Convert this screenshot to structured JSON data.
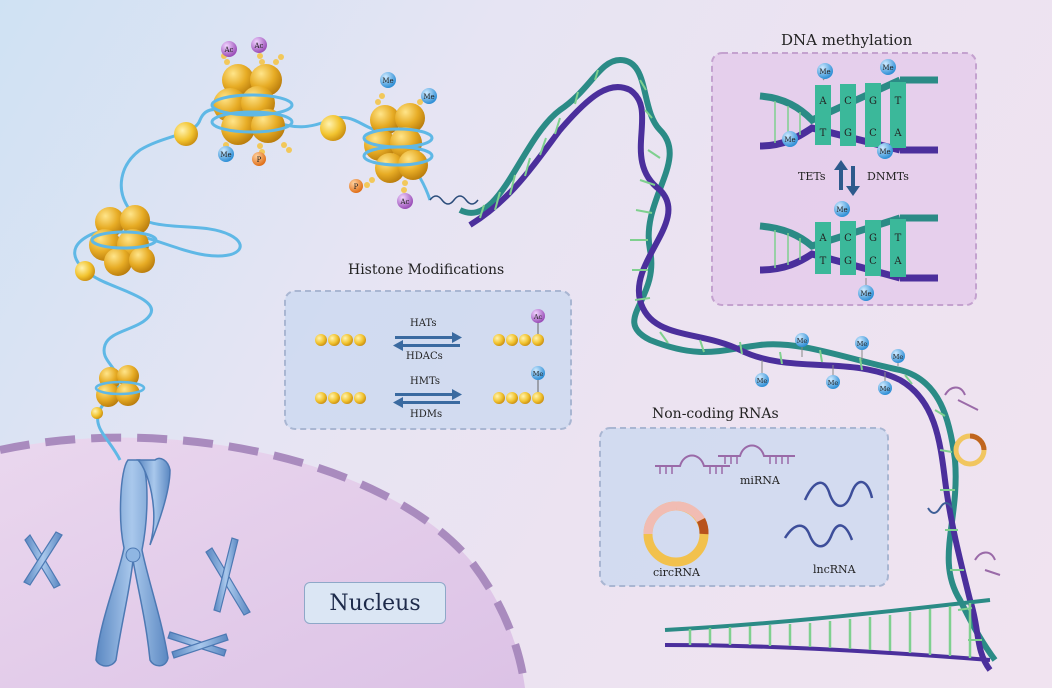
{
  "labels": {
    "dna_methylation_title": "DNA methylation",
    "histone_title": "Histone Modifications",
    "ncrna_title": "Non-coding RNAs",
    "nucleus": "Nucleus",
    "tets": "TETs",
    "dnmts": "DNMTs",
    "hats": "HATs",
    "hdacs": "HDACs",
    "hmts": "HMTs",
    "hdms": "HDMs",
    "mirna": "miRNA",
    "circrna": "circRNA",
    "lncrna": "lncRNA"
  },
  "marks": {
    "me": "Me",
    "ac": "Ac",
    "p": "P"
  },
  "bases_top": [
    "A",
    "C",
    "G",
    "T"
  ],
  "bases_bottom": [
    "T",
    "G",
    "C",
    "A"
  ],
  "colors": {
    "chromatin_line": "#5fb8e6",
    "histone": "#e5ad22",
    "me": "#4aa3e0",
    "ac": "#b06bc6",
    "p": "#e8832a",
    "dna_dark": "#2b8b86",
    "dna_purple": "#4b2f9c",
    "dna_rung": "#7fd08f",
    "chromosome": "#7aa6d8",
    "nucleus_fill": "#e3cde8",
    "nucleus_border": "#a98bbe"
  }
}
